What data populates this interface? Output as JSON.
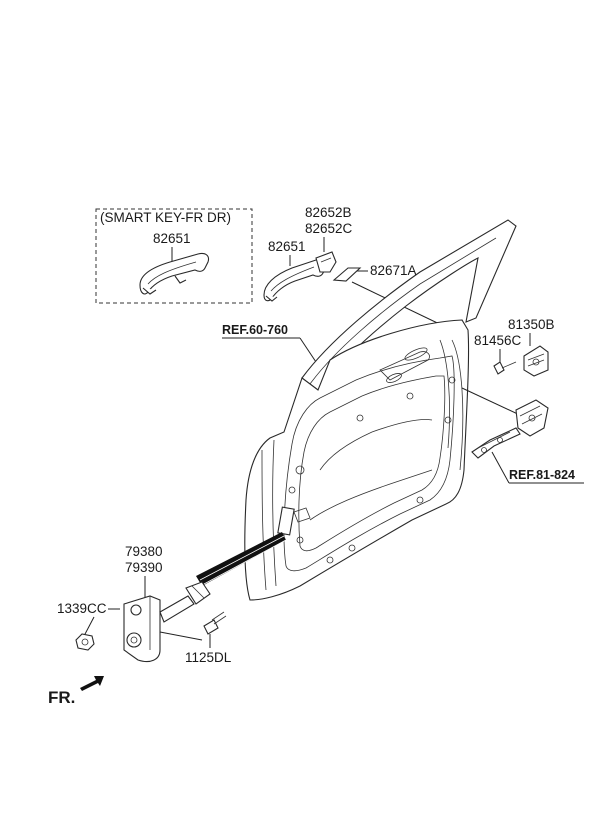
{
  "diagram": {
    "box_title": "(SMART KEY-FR DR)",
    "labels": {
      "p82651_box": "82651",
      "p82652b": "82652B",
      "p82652c": "82652C",
      "p82651": "82651",
      "p82671a": "82671A",
      "ref60760": "REF.60-760",
      "p81350b": "81350B",
      "p81456c": "81456C",
      "ref81824": "REF.81-824",
      "p79380": "79380",
      "p79390": "79390",
      "p1339cc": "1339CC",
      "p1125dl": "1125DL",
      "fr": "FR."
    },
    "icons": {
      "front_arrow": "arrow-down-right-icon"
    }
  }
}
